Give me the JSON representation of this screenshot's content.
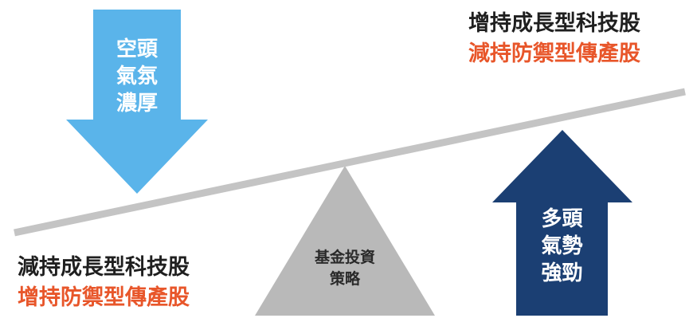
{
  "colors": {
    "down_arrow": "#5ab4ea",
    "up_arrow": "#1b3f73",
    "fulcrum": "#b9b9b9",
    "beam": "#c4c4c4",
    "text_dark": "#1f1f1f",
    "text_accent": "#e8562a"
  },
  "down_arrow": {
    "lines": [
      "空頭",
      "氣氛",
      "濃厚"
    ]
  },
  "up_arrow": {
    "lines": [
      "多頭",
      "氣勢",
      "強勁"
    ]
  },
  "fulcrum": {
    "lines": [
      "基金投資",
      "策略"
    ]
  },
  "top_right": {
    "line1": "增持成長型科技股",
    "line2": "減持防禦型傳產股"
  },
  "bottom_left": {
    "line1": "減持成長型科技股",
    "line2": "增持防禦型傳產股"
  }
}
